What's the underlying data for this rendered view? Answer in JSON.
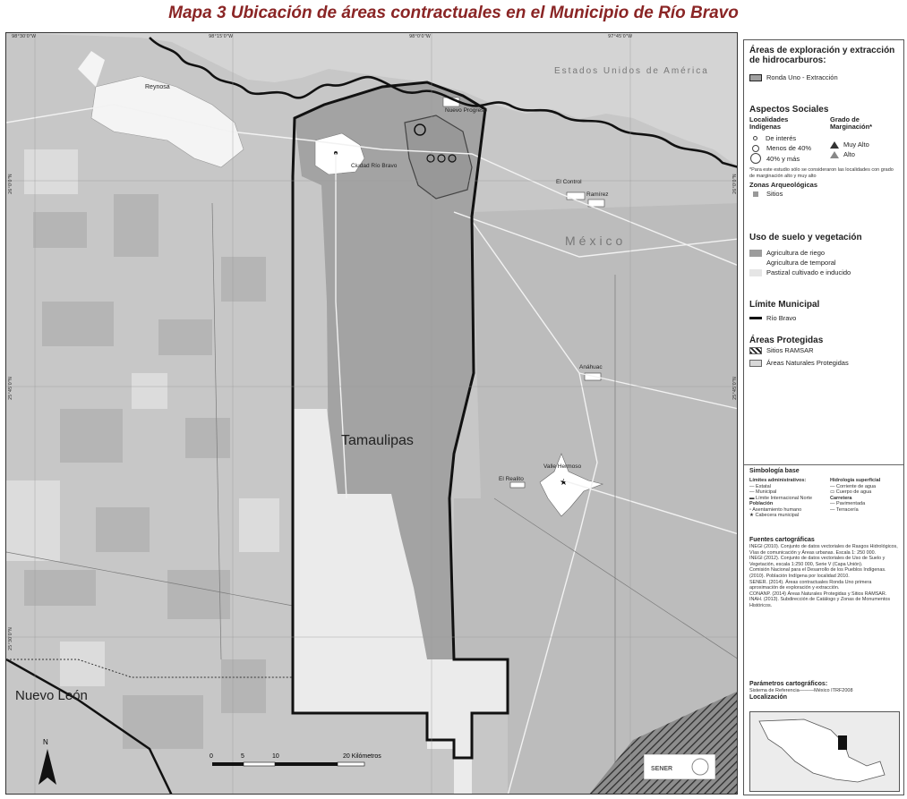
{
  "title": "Mapa 3 Ubicación de áreas contractuales en el Municipio de Río Bravo",
  "map": {
    "top_graticule": [
      "98°30'0\"W",
      "98°15'0\"W",
      "98°0'0\"W",
      "97°45'0\"W"
    ],
    "left_graticule": [
      "26°0'0\"N",
      "25°45'0\"N",
      "25°30'0\"N"
    ],
    "right_graticule": [
      "26°0'0\"N",
      "25°45'0\"N"
    ],
    "country_label": "Estados Unidos de América",
    "mexico_label": "México",
    "state_label": "Tamaulipas",
    "neighbor_state": "Nuevo León",
    "places": [
      {
        "name": "Reynosa"
      },
      {
        "name": "Nuevo Progreso"
      },
      {
        "name": "Ciudad Río Bravo"
      },
      {
        "name": "El Control"
      },
      {
        "name": "Ramírez"
      },
      {
        "name": "Anáhuac"
      },
      {
        "name": "El Realito"
      },
      {
        "name": "Valle Hermoso"
      }
    ],
    "scale_ticks": [
      "0",
      "5",
      "10",
      "20 Kilómetros"
    ],
    "north_label": "N",
    "logo_text": "SENER",
    "colors": {
      "water": "#b8b8b8",
      "land": "#c6c6c6",
      "municipio": "#a6a6a6",
      "pastizal": "#ededed",
      "boundary": "#111111",
      "urban": "#ffffff"
    }
  },
  "legend": {
    "areas_title": "Áreas de exploración y extracción de hidrocarburos:",
    "ronda_label": "Ronda Uno - Extracción",
    "aspectos_title": "Aspectos Sociales",
    "localidades_title": "Localidades Indígenas",
    "grado_title": "Grado de Marginación*",
    "loc_items": [
      "De interés",
      "Menos de 40%",
      "40% y más"
    ],
    "grado_items": [
      "Muy Alto",
      "Alto"
    ],
    "footnote": "*Para este estudio sólo se consideraron las localidades con grado de marginación alto y muy alto",
    "zonas_title": "Zonas Arqueológicas",
    "sitios_label": "Sitios",
    "uso_title": "Uso de suelo y vegetación",
    "uso_items": [
      "Agricultura de riego",
      "Agricultura de temporal",
      "Pastizal cultivado e inducido"
    ],
    "limite_title": "Límite Municipal",
    "limite_item": "Río Bravo",
    "protegidas_title": "Áreas Protegidas",
    "protegidas_items": [
      "Sitios RAMSAR",
      "Áreas Naturales Protegidas"
    ],
    "simbologia_title": "Simbología base",
    "limites_admin_title": "Límites administrativos:",
    "limites_items": [
      "Estatal",
      "Municipal",
      "Límite Internacional Norte"
    ],
    "hidro_title": "Hidrología superficial",
    "hidro_items": [
      "Corriente de agua",
      "Cuerpo de agua"
    ],
    "poblacion_title": "Población",
    "poblacion_items": [
      "Asentamiento humano",
      "Cabecera municipal"
    ],
    "carretera_title": "Carretera",
    "carretera_items": [
      "Pavimentada",
      "Terracería"
    ],
    "fuentes_title": "Fuentes cartográficas",
    "fuentes": [
      "INEGI (2010). Conjunto de datos vectoriales de Rasgos Hidrológicos, Vías de comunicación y Áreas urbanas. Escala 1: 250 000.",
      "INEGI (2012). Conjunto de datos vectoriales de Uso de Suelo y Vegetación, escala 1:250 000, Serie V (Capa Unión).",
      "Comisión Nacional para el Desarrollo de los Pueblos Indígenas. (2010). Población Indígena por localidad 2010.",
      "SENER. (2014). Áreas contractuales Ronda Uno primera aproximación de exploración y extracción.",
      "CONANP. (2014) Áreas Naturales Protegidas y Sitios RAMSAR.",
      "INAH. (2013). Subdirección de Catálogo y Zonas de Monumentos Históricos."
    ],
    "parametros_title": "Parámetros cartográficos:",
    "parametros_text": "Sistema de Referencia———México ITRF2008",
    "localizacion_title": "Localización"
  }
}
